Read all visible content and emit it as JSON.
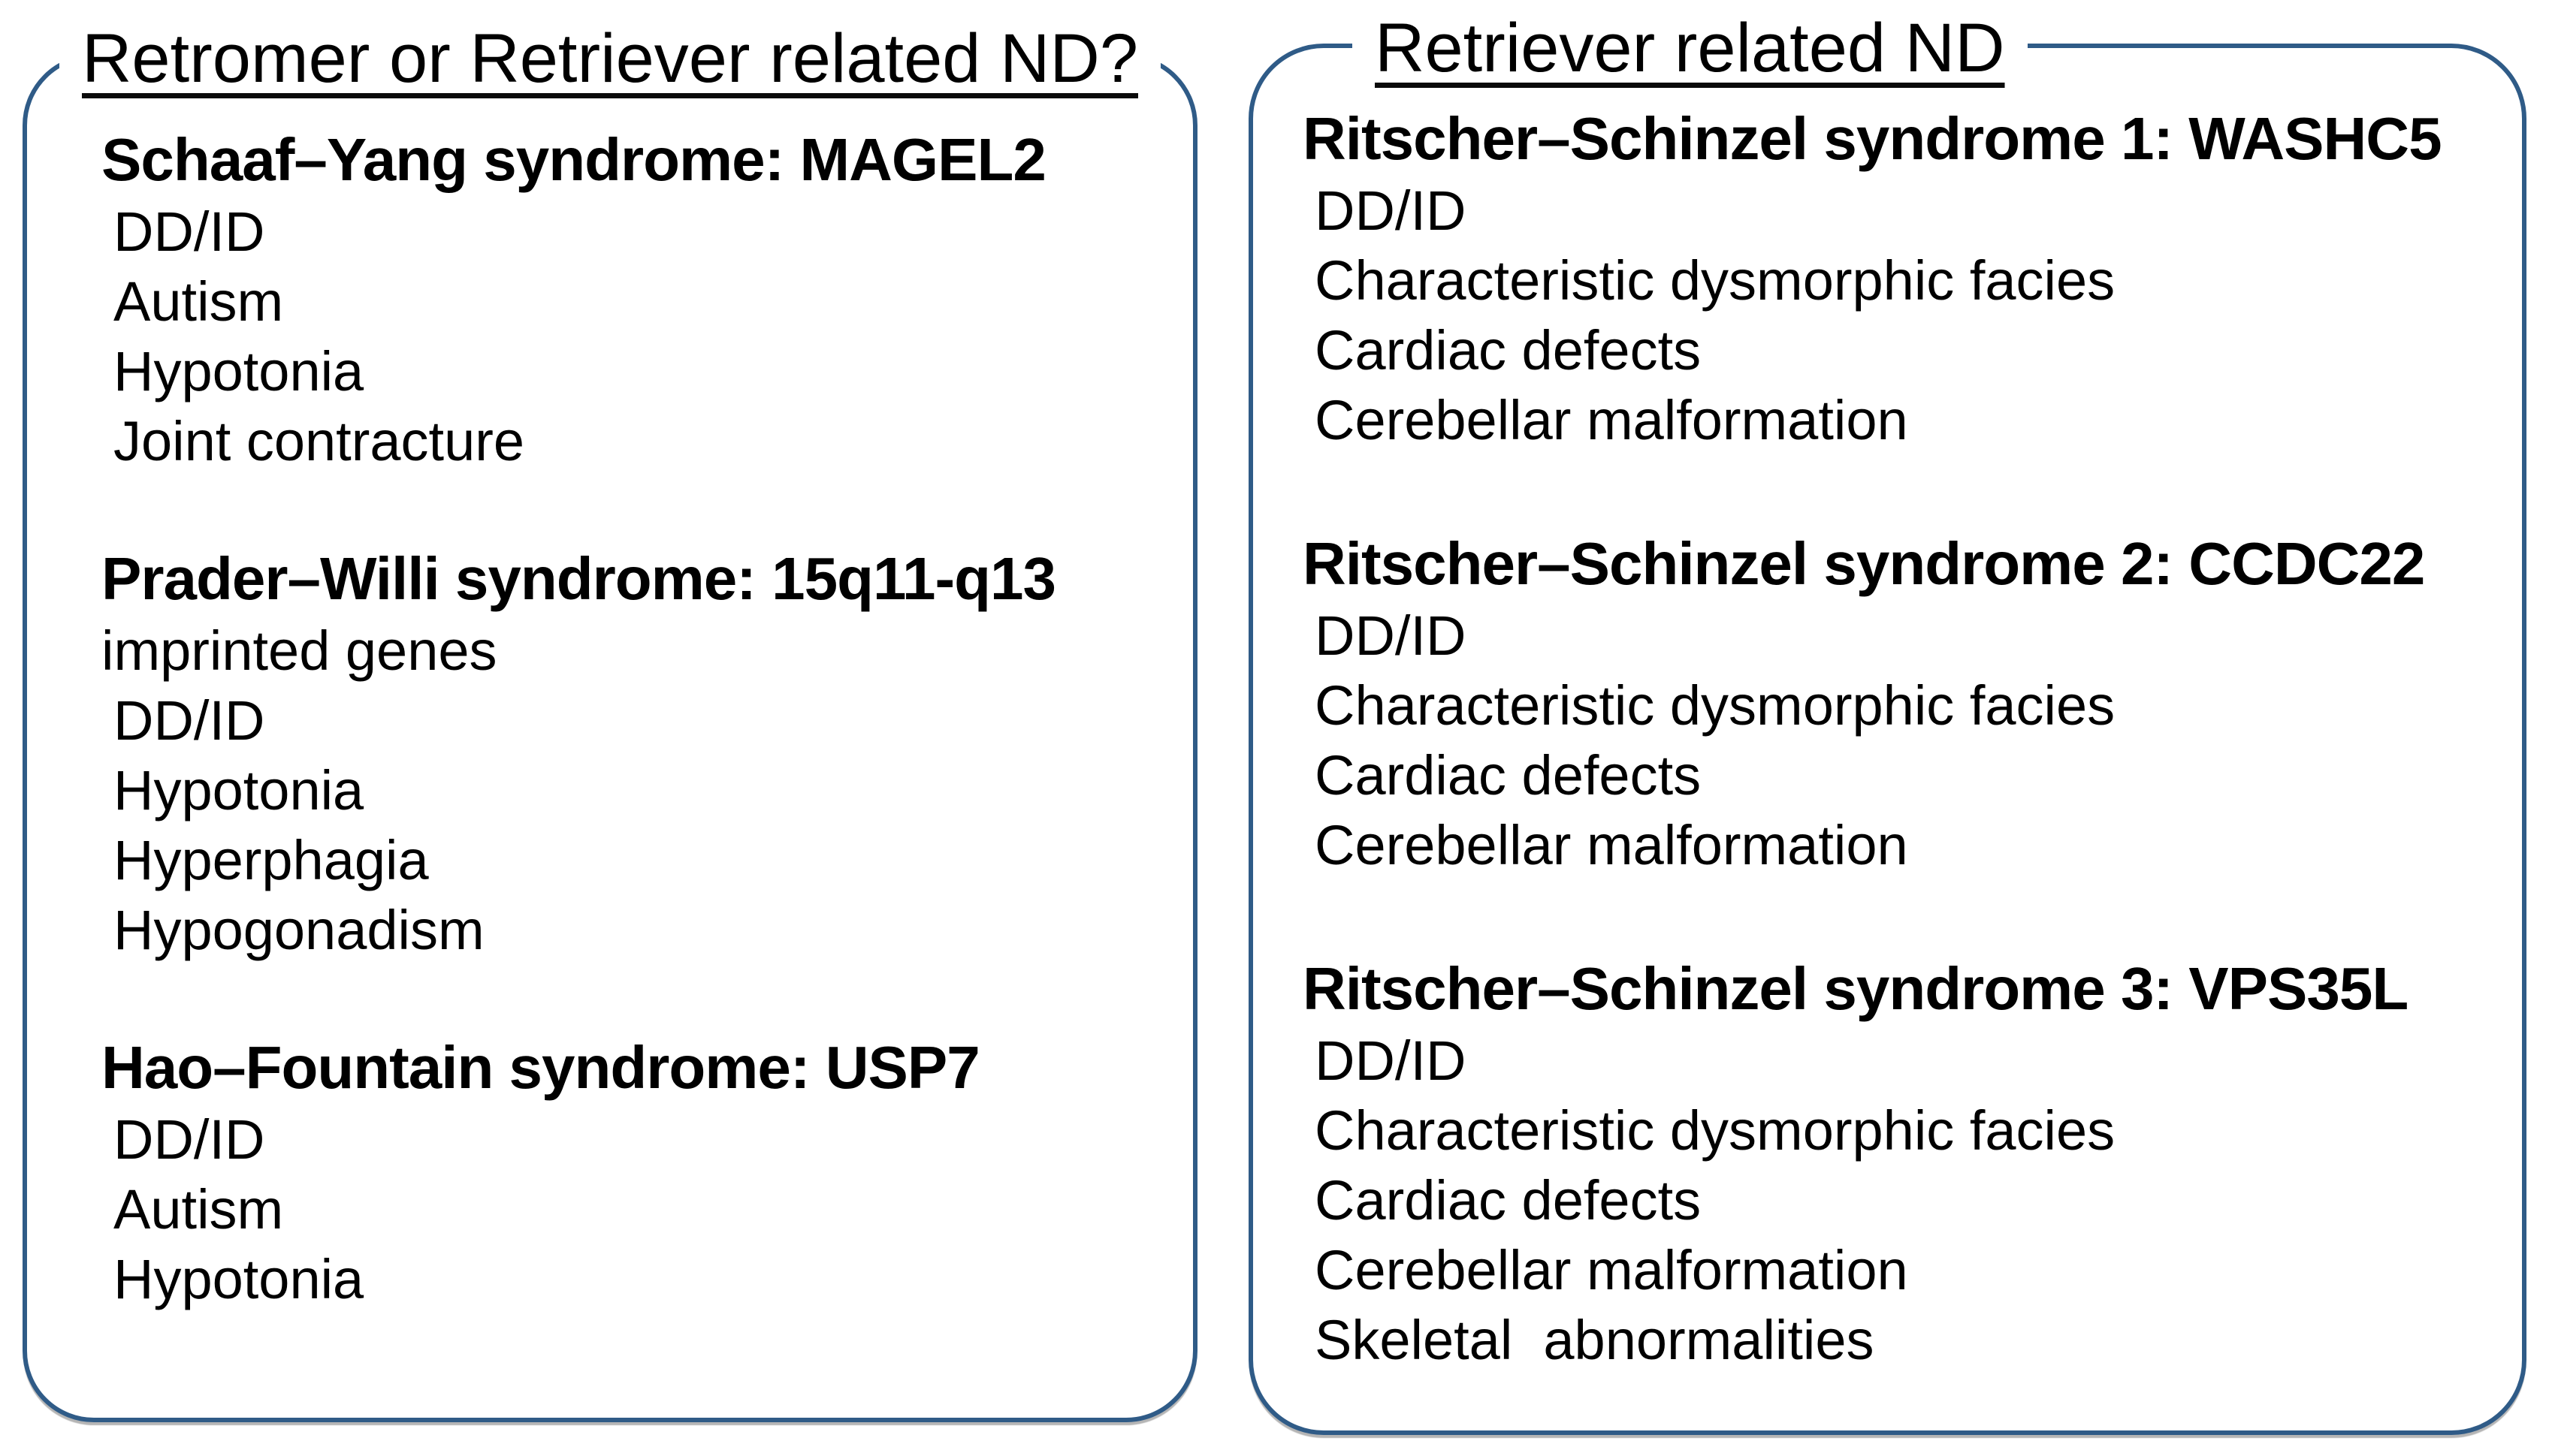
{
  "colors": {
    "panel_border": "#2f5b87",
    "text": "#000000",
    "background": "#ffffff"
  },
  "panels": [
    {
      "title": "Retromer or Retriever related ND?",
      "groups": [
        {
          "heading": "Schaaf–Yang syndrome: MAGEL2",
          "items": [
            "DD/ID",
            "Autism",
            "Hypotonia",
            "Joint contracture"
          ]
        },
        {
          "heading": "Prader–Willi syndrome: 15q11-q13",
          "note": "imprinted genes",
          "items": [
            "DD/ID",
            "Hypotonia",
            "Hyperphagia",
            "Hypogonadism"
          ]
        },
        {
          "heading": "Hao–Fountain syndrome: USP7",
          "items": [
            "DD/ID",
            "Autism",
            "Hypotonia"
          ]
        }
      ]
    },
    {
      "title": "Retriever related ND",
      "groups": [
        {
          "heading": "Ritscher–Schinzel syndrome 1: WASHC5",
          "items": [
            "DD/ID",
            "Characteristic dysmorphic facies",
            "Cardiac defects",
            "Cerebellar malformation"
          ]
        },
        {
          "heading": "Ritscher–Schinzel syndrome 2: CCDC22",
          "items": [
            "DD/ID",
            "Characteristic dysmorphic facies",
            "Cardiac defects",
            "Cerebellar malformation"
          ]
        },
        {
          "heading": "Ritscher–Schinzel syndrome 3: VPS35L",
          "items": [
            "DD/ID",
            "Characteristic dysmorphic facies",
            "Cardiac defects",
            "Cerebellar malformation",
            "Skeletal  abnormalities"
          ]
        }
      ]
    }
  ]
}
